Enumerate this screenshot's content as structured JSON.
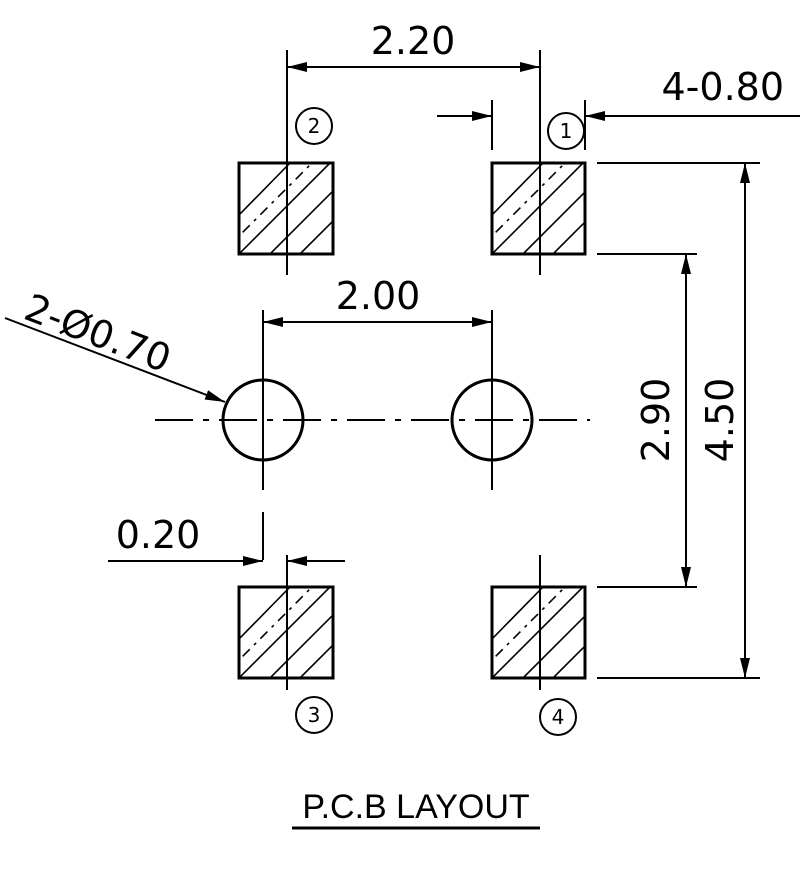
{
  "dimensions": {
    "pad_pitch": "2.20",
    "pad_width": "4-0.80",
    "hole_diameter": "2-Ø0.70",
    "hole_pitch": "2.00",
    "pad_offset": "0.20",
    "inner_span": "2.90",
    "outer_span": "4.50"
  },
  "pins": [
    "1",
    "2",
    "3",
    "4"
  ],
  "title": "P.C.B LAYOUT"
}
